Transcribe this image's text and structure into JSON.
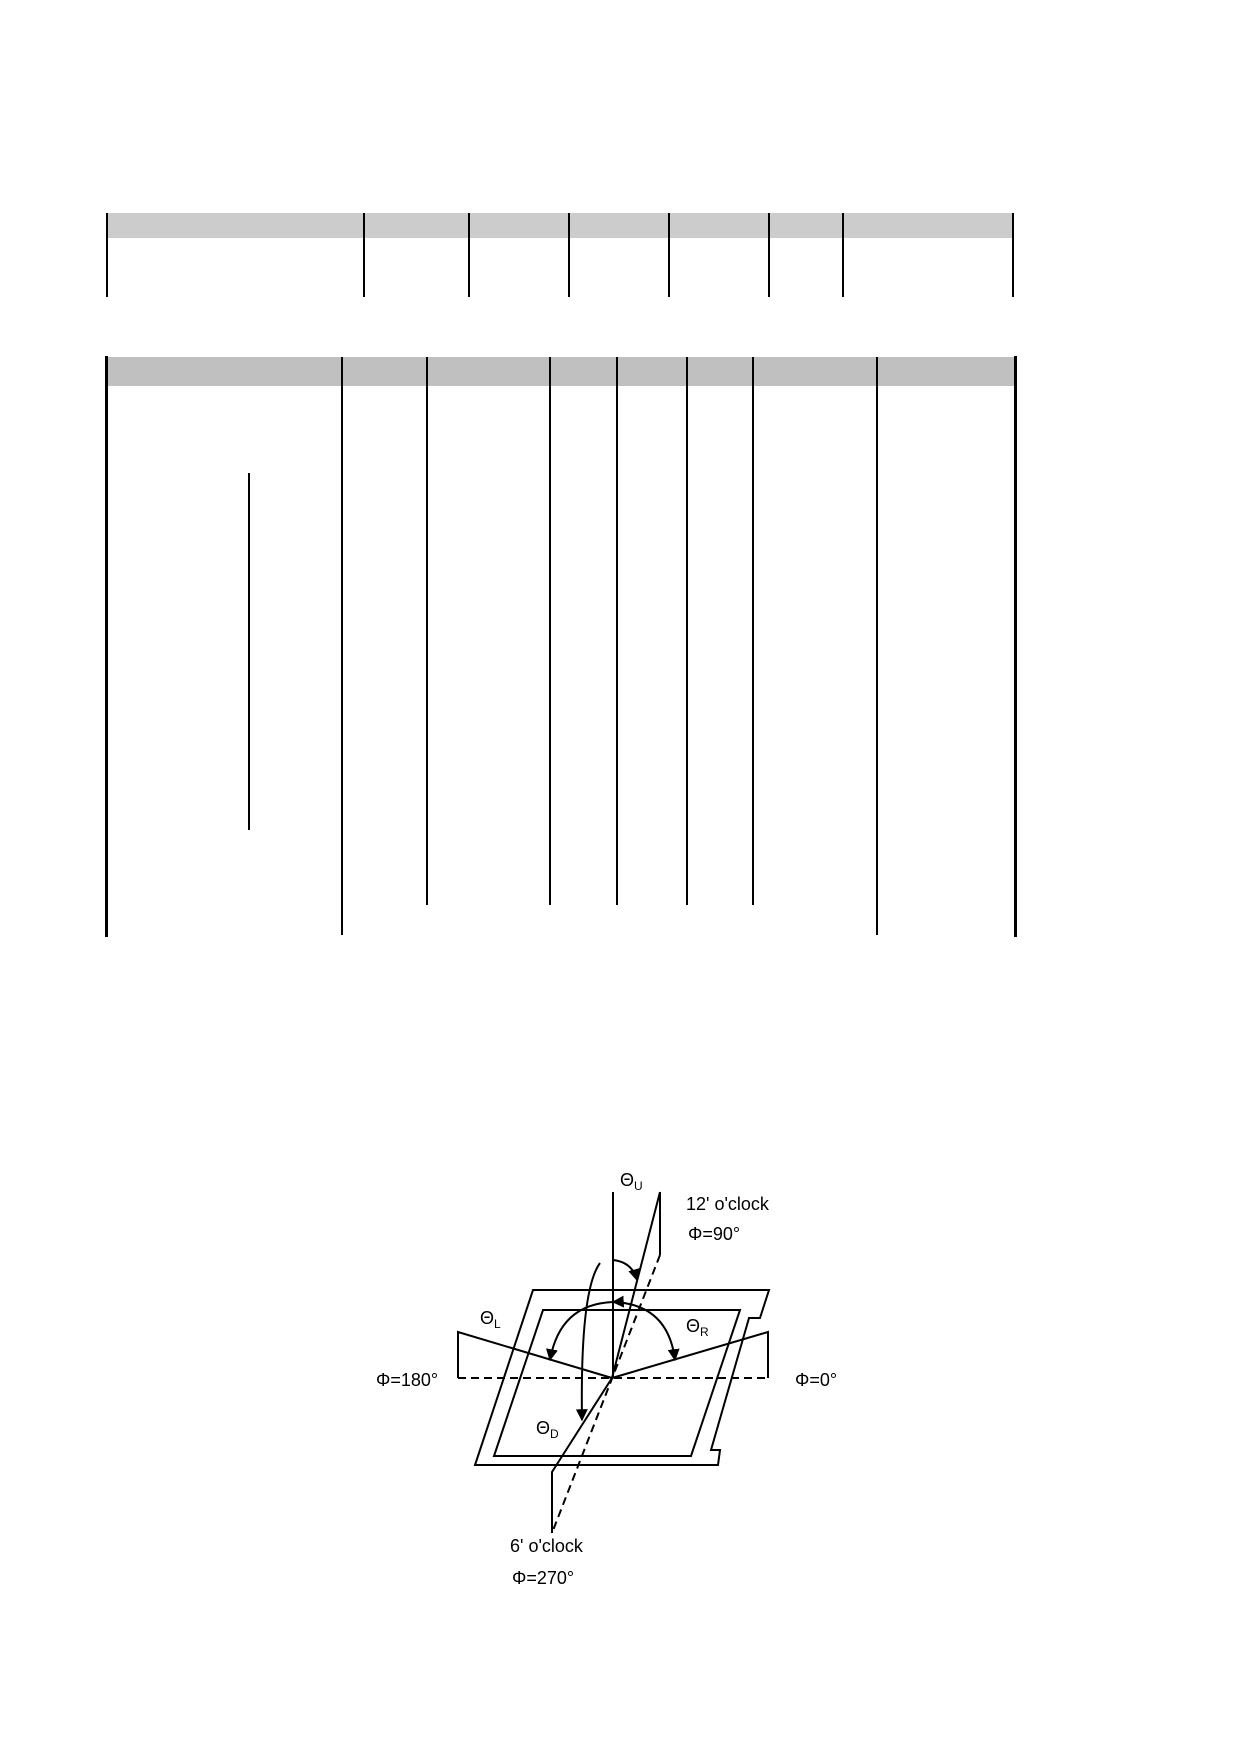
{
  "diagram": {
    "theta_up": {
      "sym": "Θ",
      "sub": "U"
    },
    "theta_left": {
      "sym": "Θ",
      "sub": "L"
    },
    "theta_right": {
      "sym": "Θ",
      "sub": "R"
    },
    "theta_down": {
      "sym": "Θ",
      "sub": "D"
    },
    "twelve_oclock": "12' o'clock",
    "phi_90": "Φ=90°",
    "phi_180": "Φ=180°",
    "phi_0": "Φ=0°",
    "six_oclock": "6' o'clock",
    "phi_270": "Φ=270°"
  }
}
